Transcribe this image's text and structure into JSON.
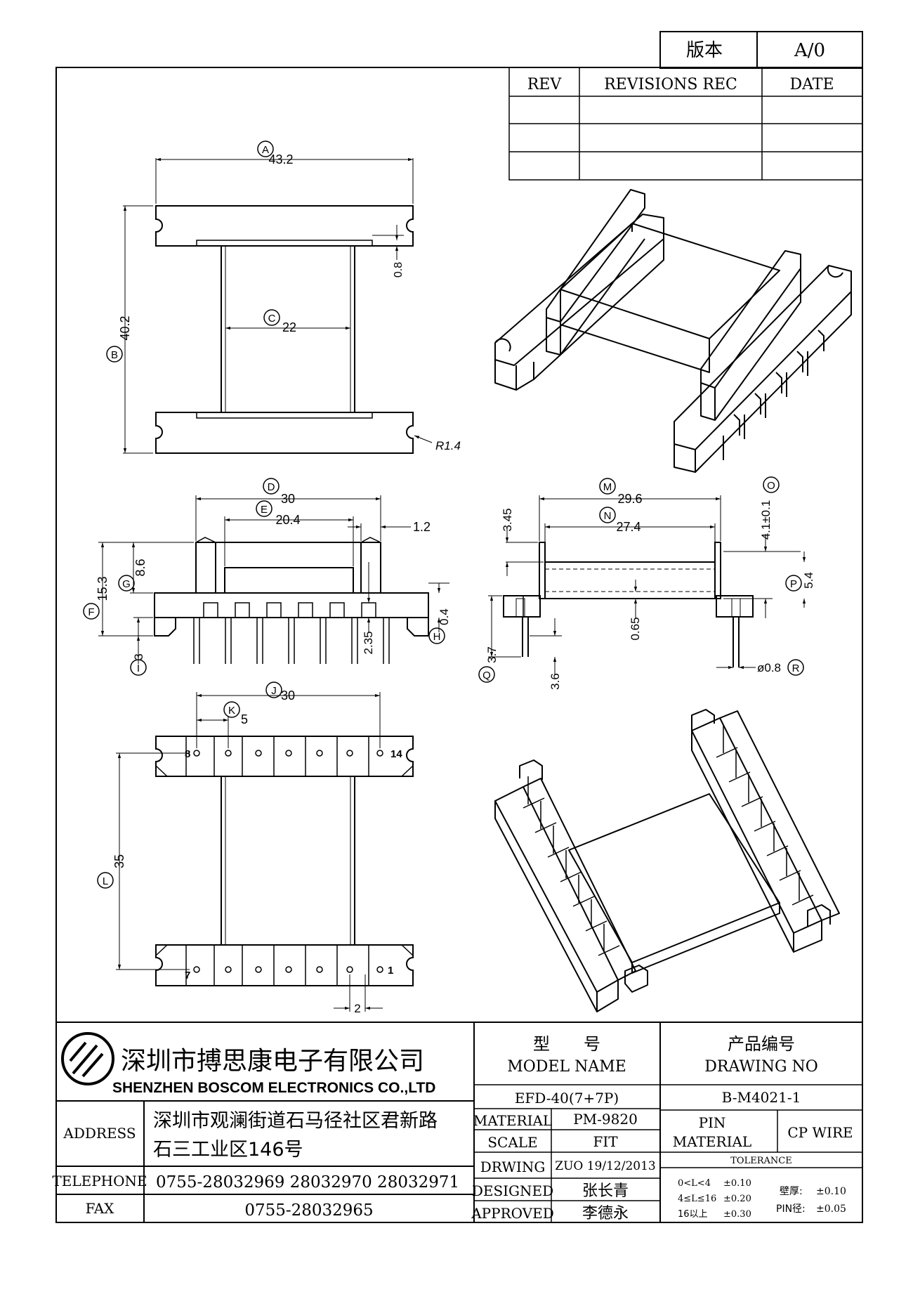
{
  "version_box": {
    "label": "版本",
    "value": "A/0"
  },
  "revisions": {
    "headers": [
      "REV",
      "REVISIONS REC",
      "DATE"
    ]
  },
  "top_view": {
    "callouts": {
      "A": "A",
      "B": "B",
      "C": "C"
    },
    "dims": {
      "overall_width": "43.2",
      "overall_length": "40.2",
      "inner_width": "22",
      "flange": "0.8",
      "radius": "R1.4"
    }
  },
  "side_view_left": {
    "callouts": {
      "D": "D",
      "E": "E",
      "F": "F",
      "G": "G",
      "H": "H",
      "I": "I"
    },
    "dims": {
      "width": "30",
      "inner": "20.4",
      "step": "1.2",
      "total_height": "15.3",
      "wall_height": "8.6",
      "foot": "0.4",
      "pin_stub": "2.35",
      "base": "3"
    }
  },
  "side_view_right": {
    "callouts": {
      "M": "M",
      "N": "N",
      "O": "O",
      "P": "P",
      "Q": "Q",
      "R": "R"
    },
    "dims": {
      "outer": "29.6",
      "inner": "27.4",
      "wall": "3.45",
      "opening": "4.1±0.1",
      "height": "5.4",
      "thickness": "0.65",
      "foot": "3.7",
      "pin_len": "3.6",
      "pin_dia": "ø0.8"
    }
  },
  "bottom_view": {
    "callouts": {
      "J": "J",
      "K": "K",
      "L": "L"
    },
    "dims": {
      "pin_span": "30",
      "pitch": "5",
      "row_spacing": "35",
      "offset": "2"
    },
    "pin_labels": {
      "top_left": "8",
      "top_right": "14",
      "bottom_left": "7",
      "bottom_right": "1"
    }
  },
  "title_block": {
    "company_cn": "深圳市搏思康电子有限公司",
    "company_en": "SHENZHEN BOSCOM ELECTRONICS CO.,LTD",
    "model_label_cn": "型　　号",
    "model_label_en": "MODEL NAME",
    "model_value": "EFD-40(7+7P)",
    "drawing_label_cn": "产品编号",
    "drawing_label_en": "DRAWING NO",
    "drawing_value": "B-M4021-1",
    "address_label": "ADDRESS",
    "address_line1": "深圳市观澜街道石马径社区君新路",
    "address_line2": "石三工业区146号",
    "telephone_label": "TELEPHONE",
    "telephone_value": "0755-28032969 28032970 28032971",
    "fax_label": "FAX",
    "fax_value": "0755-28032965",
    "material_label": "MATERIAL",
    "material_value": "PM-9820",
    "scale_label": "SCALE",
    "scale_value": "FIT",
    "drwing_label": "DRWING",
    "drwing_value": "ZUO 19/12/2013",
    "designed_label": "DESIGNED",
    "designed_value": "张长青",
    "approved_label": "APPROVED",
    "approved_value": "李德永",
    "pin_material_label_1": "PIN",
    "pin_material_label_2": "MATERIAL",
    "pin_material_value": "CP WIRE",
    "tolerance_label": "TOLERANCE",
    "tol_row1_range": "0<L<4",
    "tol_row1_value": "±0.10",
    "tol_row2_range": "4≤L≤16",
    "tol_row2_value": "±0.20",
    "tol_row3_range": "16以上",
    "tol_row3_value": "±0.30",
    "wall_label": "壁厚:",
    "wall_value": "±0.10",
    "pin_dia_label": "PIN径:",
    "pin_dia_value": "±0.05"
  }
}
